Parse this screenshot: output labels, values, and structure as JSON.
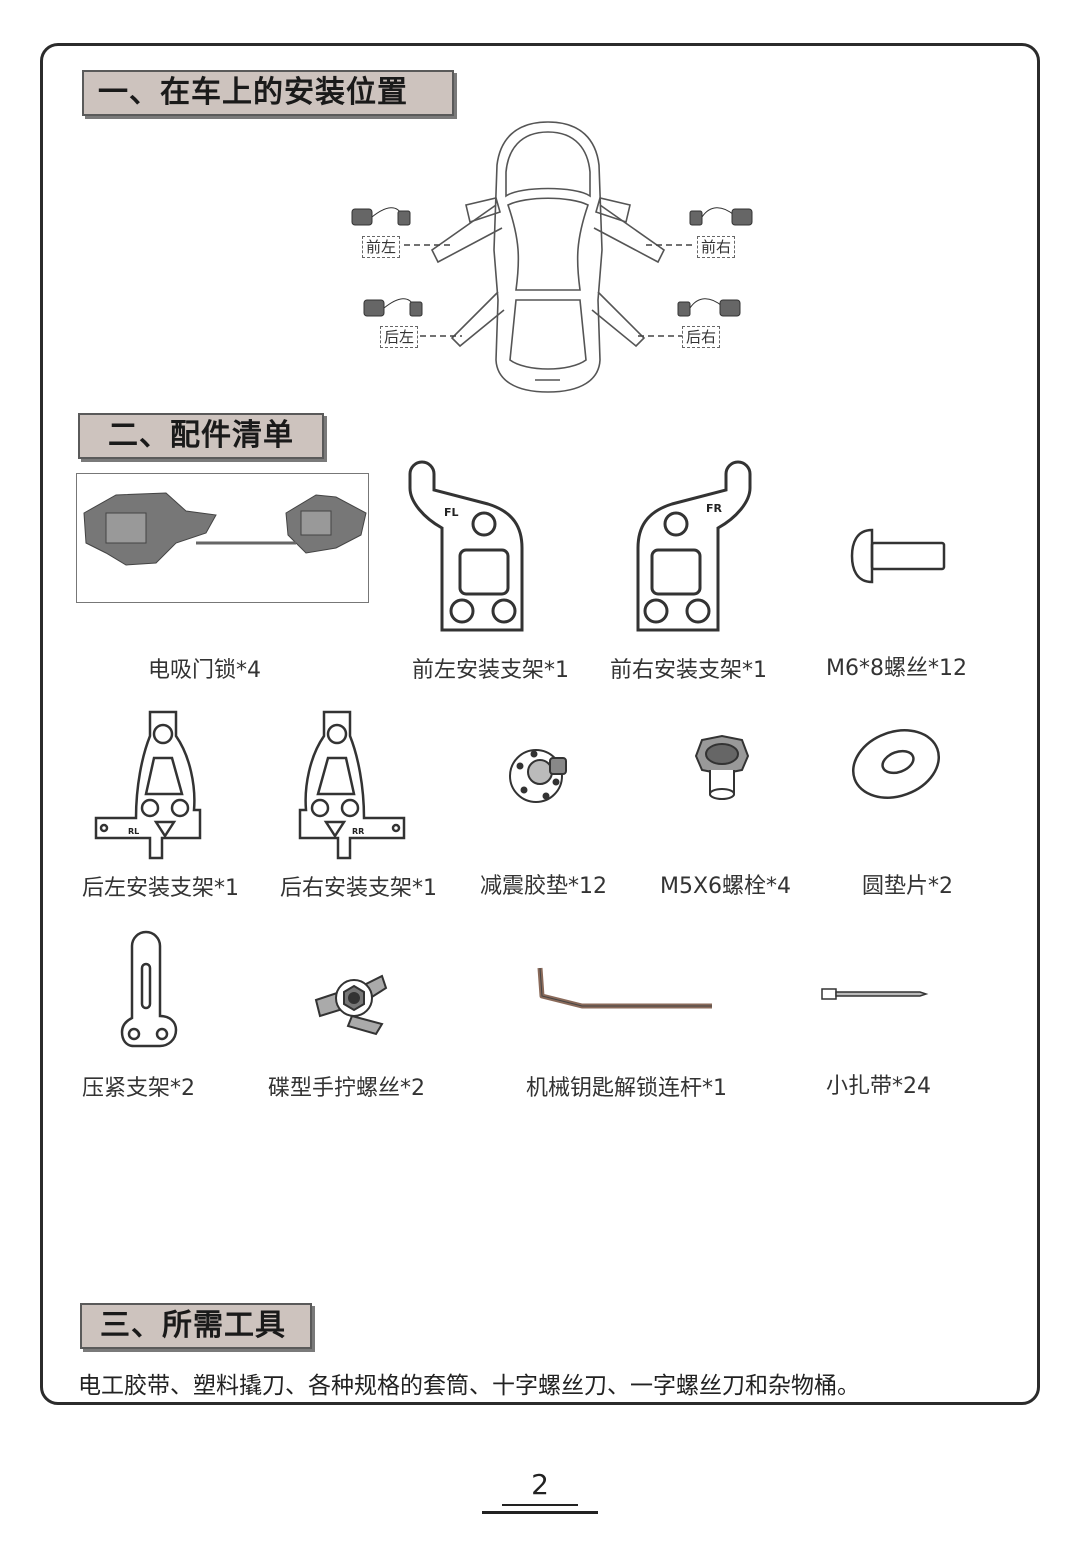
{
  "section1": {
    "title": "一、在车上的安装位置",
    "positions": {
      "front_left": "前左",
      "front_right": "前右",
      "rear_left": "后左",
      "rear_right": "后右"
    }
  },
  "section2": {
    "title": "二、配件清单",
    "items": [
      {
        "label": "电吸门锁*4",
        "icon": "electric-door-lock"
      },
      {
        "label": "前左安装支架*1",
        "icon": "front-left-bracket",
        "mark": "FL"
      },
      {
        "label": "前右安装支架*1",
        "icon": "front-right-bracket",
        "mark": "FR"
      },
      {
        "label": "M6*8螺丝*12",
        "icon": "screw"
      },
      {
        "label": "后左安装支架*1",
        "icon": "rear-left-bracket",
        "mark": "RL"
      },
      {
        "label": "后右安装支架*1",
        "icon": "rear-right-bracket",
        "mark": "RR"
      },
      {
        "label": "减震胶垫*12",
        "icon": "rubber-pad"
      },
      {
        "label": "M5X6螺栓*4",
        "icon": "bolt"
      },
      {
        "label": "圆垫片*2",
        "icon": "washer"
      },
      {
        "label": "压紧支架*2",
        "icon": "clamp-bracket"
      },
      {
        "label": "碟型手拧螺丝*2",
        "icon": "wing-screw"
      },
      {
        "label": "机械钥匙解锁连杆*1",
        "icon": "unlock-rod"
      },
      {
        "label": "小扎带*24",
        "icon": "cable-tie"
      }
    ]
  },
  "section3": {
    "title": "三、所需工具",
    "text": "电工胶带、塑料撬刀、各种规格的套筒、十字螺丝刀、一字螺丝刀和杂物桶。"
  },
  "page_number": "2"
}
